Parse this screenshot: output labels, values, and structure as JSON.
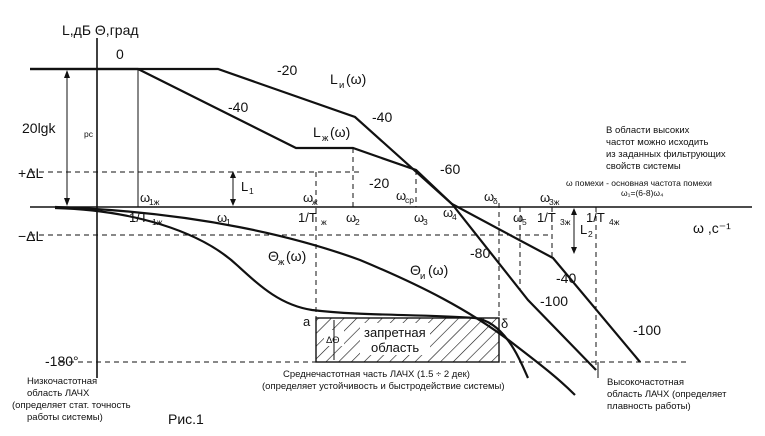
{
  "axes": {
    "y_label": "L,дБ Θ,град",
    "x_label": "ω ,с⁻¹",
    "zero": "0",
    "k_label": "20lgk",
    "k_sub": "рс",
    "plus_dl": "+ΔL",
    "minus_dl": "−ΔL",
    "deg180": "-180°"
  },
  "curves": {
    "Li_label": "L",
    "Li_sub": "и",
    "Li_arg": "(ω)",
    "Lzh_label": "L",
    "Lzh_sub": "ж",
    "Lzh_arg": "(ω)",
    "thzh_label": "Θ",
    "thzh_sub": "ж",
    "thzh_arg": "(ω)",
    "thi_label": "Θ",
    "thi_sub": "и",
    "thi_arg": "(ω)"
  },
  "slopes": [
    "-20",
    "-40",
    "-40",
    "-60",
    "-20",
    "-80",
    "-40",
    "-100",
    "-100"
  ],
  "freqs": {
    "w1zh": "ω",
    "w1zh_sub": "1ж",
    "T1zh": "1/T",
    "T1zh_sub": "1ж",
    "w1": "ω",
    "w1_sub": "1",
    "wzh": "ω",
    "wzh_sub": "ж",
    "Tzh": "1/T",
    "Tzh_sub": "ж",
    "w2": "ω",
    "w2_sub": "2",
    "wsr": "ω",
    "wsr_sub": "ср",
    "w3": "ω",
    "w3_sub": "3",
    "w4": "ω",
    "w4_sub": "4",
    "wd": "ω",
    "wd_sub": "δ",
    "w5": "ω",
    "w5_sub": "5",
    "w3zh": "ω",
    "w3zh_sub": "3ж",
    "T3zh": "1/T",
    "T3zh_sub": "3ж",
    "T4zh": "1/T",
    "T4zh_sub": "4ж"
  },
  "marks": {
    "L1": "L",
    "L1_sub": "1",
    "L2": "L",
    "L2_sub": "2",
    "a": "a",
    "b": "δ",
    "dtheta": "ΔΘ",
    "forbidden_1": "запретная",
    "forbidden_2": "область"
  },
  "notes": {
    "high_freq": [
      "В области высоких",
      "частот можно исходить",
      "из заданных фильтрующих",
      "свойств системы"
    ],
    "noise_1": "ω помехи - основная частота помехи",
    "noise_2": "ω₁=(6-8)ω₄",
    "low": [
      "Низкочастотная",
      "область ЛАЧХ",
      "(определяет стат. точность",
      "работы системы)"
    ],
    "mid": [
      "Среднечастотная часть ЛАЧХ (1.5 ÷ 2 дек)",
      "(определяет устойчивость и быстродействие системы)"
    ],
    "high": [
      "Высокочастотная",
      "область ЛАЧХ (определяет",
      "плавность работы)"
    ]
  },
  "caption": "Рис.1"
}
